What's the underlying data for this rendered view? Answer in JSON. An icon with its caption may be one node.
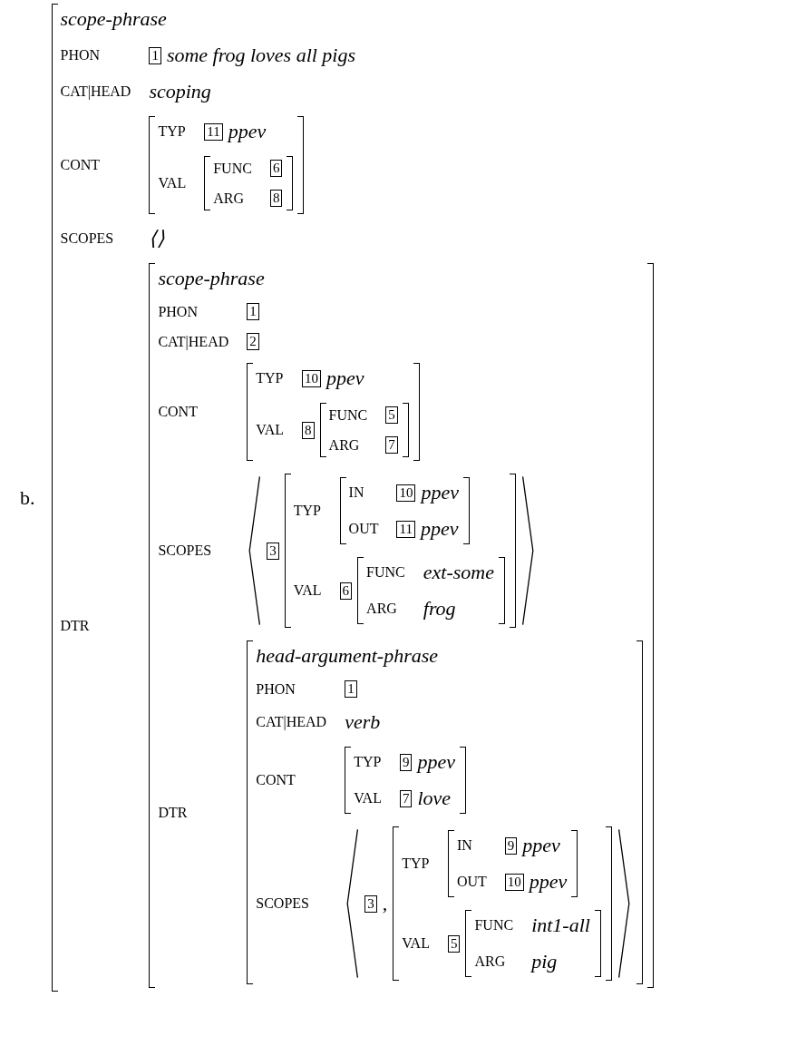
{
  "diagram": {
    "nodes": [
      {
        "text": [
          "scope-phrase",
          "PHON",
          "some frog loves all pigs",
          "CAT|HEAD",
          "scoping",
          "CONT",
          "SCOPES",
          "⟨⟩",
          "DTR"
        ]
      },
      {
        "text": [
          "1"
        ],
        "in": 0
      },
      {
        "text": [
          "TYP",
          "ppev",
          "VAL"
        ],
        "in": 0
      },
      {
        "text": [
          "11"
        ],
        "in": 2
      },
      {
        "text": [
          "FUNC",
          "ARG"
        ],
        "in": 2
      },
      {
        "text": [
          "6"
        ],
        "in": 4
      },
      {
        "text": [
          "8"
        ],
        "in": 4
      },
      {
        "text": [
          "scope-phrase",
          "PHON",
          "CAT|HEAD",
          "CONT",
          "SCOPES",
          "DTR"
        ],
        "in": 0
      },
      {
        "text": [
          "1"
        ],
        "in": 7
      },
      {
        "text": [
          "2"
        ],
        "in": 7
      },
      {
        "text": [
          "TYP",
          "ppev",
          "VAL"
        ],
        "in": 7
      },
      {
        "text": [
          "10"
        ],
        "in": 10
      },
      {
        "text": [
          "8"
        ],
        "in": 10
      },
      {
        "text": [
          "FUNC",
          "ARG"
        ],
        "in": 10
      },
      {
        "text": [
          "5"
        ],
        "in": 13
      },
      {
        "text": [
          "7"
        ],
        "in": 13
      },
      {
        "text": [
          "3"
        ],
        "in": 7
      },
      {
        "text": [
          "TYP",
          "VAL"
        ],
        "in": 7
      },
      {
        "text": [
          "IN",
          "ppev",
          "OUT",
          "ppev"
        ],
        "in": 17
      },
      {
        "text": [
          "10"
        ],
        "in": 18
      },
      {
        "text": [
          "11"
        ],
        "in": 18
      },
      {
        "text": [
          "6"
        ],
        "in": 17
      },
      {
        "text": [
          "FUNC",
          "ext-some",
          "ARG",
          "frog"
        ],
        "in": 17
      },
      {
        "text": [
          "head-argument-phrase",
          "PHON",
          "CAT|HEAD",
          "verb",
          "CONT",
          "SCOPES",
          ","
        ],
        "in": 7
      },
      {
        "text": [
          "1"
        ],
        "in": 23
      },
      {
        "text": [
          "TYP",
          "ppev",
          "VAL",
          "love"
        ],
        "in": 23
      },
      {
        "text": [
          "9"
        ],
        "in": 25
      },
      {
        "text": [
          "7"
        ],
        "in": 25
      },
      {
        "text": [
          "3"
        ],
        "in": 23
      },
      {
        "text": [
          "TYP",
          "VAL"
        ],
        "in": 23
      },
      {
        "text": [
          "IN",
          "ppev",
          "OUT",
          "ppev"
        ],
        "in": 29
      },
      {
        "text": [
          "9"
        ],
        "in": 30
      },
      {
        "text": [
          "10"
        ],
        "in": 30
      },
      {
        "text": [
          "5"
        ],
        "in": 29
      },
      {
        "text": [
          "FUNC",
          "int1-all",
          "ARG",
          "pig"
        ],
        "in": 29
      }
    ],
    "labels": [
      "b."
    ]
  }
}
